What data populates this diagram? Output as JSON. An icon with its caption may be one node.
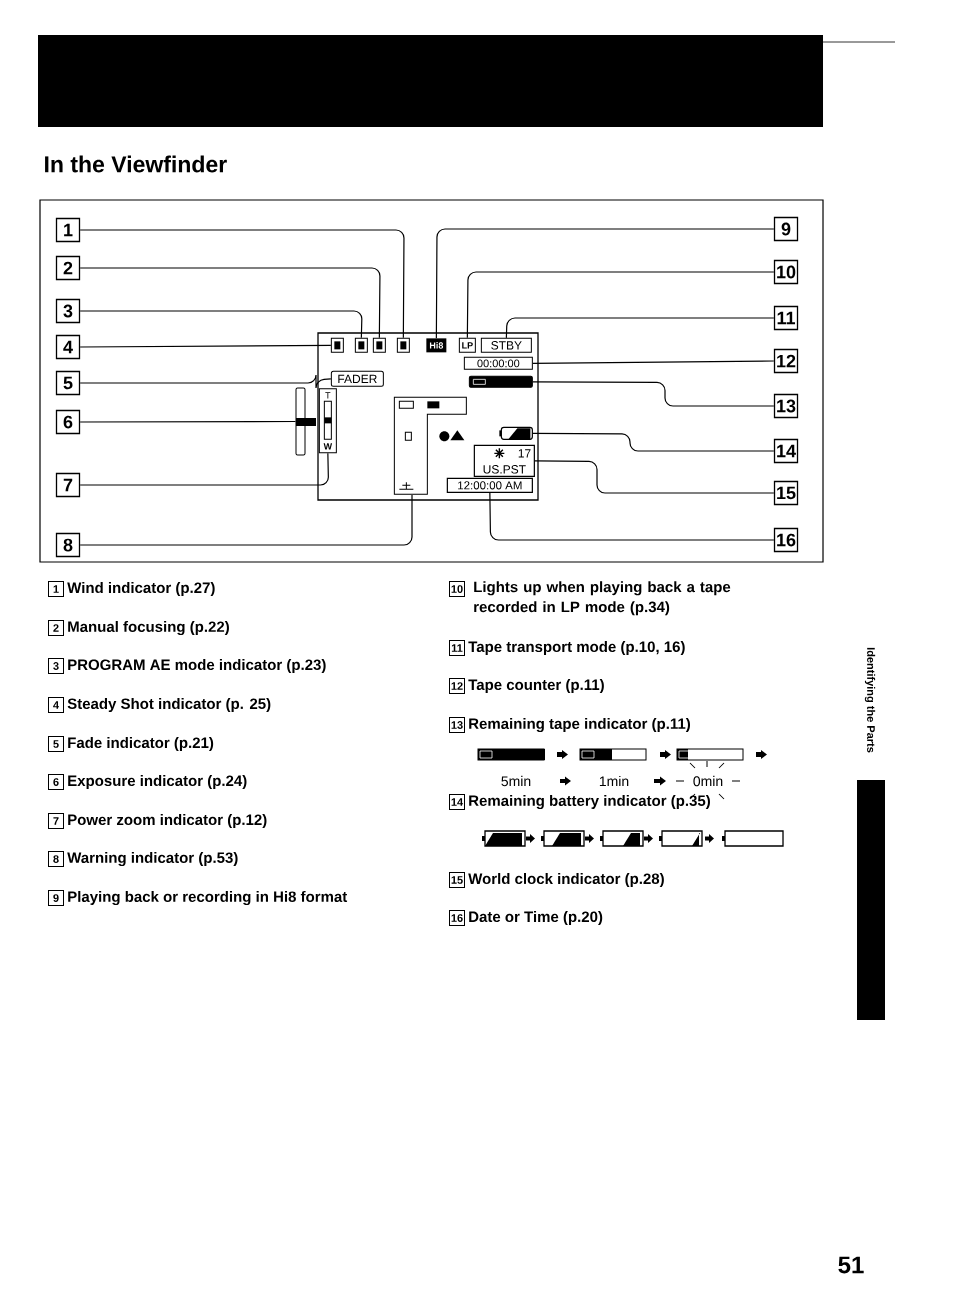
{
  "diagram": {
    "title": "In the Viewfinder",
    "nodes": [
      {
        "text": [
          "1"
        ]
      },
      {
        "text": [
          "2"
        ]
      },
      {
        "text": [
          "3"
        ]
      },
      {
        "text": [
          "4"
        ]
      },
      {
        "text": [
          "5"
        ]
      },
      {
        "text": [
          "6"
        ]
      },
      {
        "text": [
          "7"
        ]
      },
      {
        "text": [
          "8"
        ]
      },
      {
        "text": [
          "9"
        ]
      },
      {
        "text": [
          "10"
        ]
      },
      {
        "text": [
          "11"
        ]
      },
      {
        "text": [
          "12"
        ]
      },
      {
        "text": [
          "13"
        ]
      },
      {
        "text": [
          "14"
        ]
      },
      {
        "text": [
          "15"
        ]
      },
      {
        "text": [
          "16"
        ]
      },
      {
        "text": [],
        "shape": "box"
      },
      {
        "text": [],
        "shape": "box",
        "in": 16
      },
      {
        "text": [],
        "shape": "box",
        "in": 16
      },
      {
        "text": [],
        "shape": "box",
        "in": 16
      },
      {
        "text": [],
        "shape": "box",
        "in": 16
      },
      {
        "text": [
          "Hi8"
        ],
        "in": 16
      },
      {
        "text": [
          "LP"
        ],
        "in": 16
      },
      {
        "text": [
          "STBY"
        ],
        "in": 16
      },
      {
        "text": [
          "FADER"
        ],
        "in": 16
      },
      {
        "text": [],
        "shape": "bar"
      },
      {
        "text": [
          "T",
          "W"
        ],
        "in": 16
      },
      {
        "text": [],
        "shape": "box",
        "in": 16
      },
      {
        "text": [
          "00:00:00"
        ],
        "in": 16
      },
      {
        "text": [],
        "shape": "bar",
        "in": 16
      },
      {
        "text": [],
        "shape": "battery",
        "in": 16
      },
      {
        "text": [
          "17",
          "US.PST"
        ],
        "in": 16
      },
      {
        "text": [
          "12:00:00 AM"
        ],
        "in": 16
      },
      {
        "text": [
          "1"
        ]
      },
      {
        "text": [
          "2"
        ]
      },
      {
        "text": [
          "3"
        ]
      },
      {
        "text": [
          "4"
        ]
      },
      {
        "text": [
          "5"
        ]
      },
      {
        "text": [
          "6"
        ]
      },
      {
        "text": [
          "7"
        ]
      },
      {
        "text": [
          "8"
        ]
      },
      {
        "text": [
          "9"
        ]
      },
      {
        "text": [
          "10"
        ]
      },
      {
        "text": [
          "11"
        ]
      },
      {
        "text": [
          "12"
        ]
      },
      {
        "text": [
          "13"
        ]
      },
      {
        "text": [
          "14"
        ]
      },
      {
        "text": [
          "15"
        ]
      },
      {
        "text": [
          "16"
        ]
      }
    ],
    "edges": [
      {
        "from": 0,
        "to": 20,
        "arrow": "none"
      },
      {
        "from": 1,
        "to": 19,
        "arrow": "none"
      },
      {
        "from": 2,
        "to": 18,
        "arrow": "none"
      },
      {
        "from": 3,
        "to": 17,
        "arrow": "none"
      },
      {
        "from": 4,
        "to": 24,
        "arrow": "none"
      },
      {
        "from": 5,
        "to": 25,
        "arrow": "none"
      },
      {
        "from": 6,
        "to": 26,
        "arrow": "none"
      },
      {
        "from": 7,
        "to": 27,
        "arrow": "none"
      },
      {
        "from": 8,
        "to": 21,
        "arrow": "none"
      },
      {
        "from": 9,
        "to": 22,
        "arrow": "none"
      },
      {
        "from": 10,
        "to": 23,
        "arrow": "none"
      },
      {
        "from": 11,
        "to": 28,
        "arrow": "none"
      },
      {
        "from": 12,
        "to": 29,
        "arrow": "none"
      },
      {
        "from": 13,
        "to": 30,
        "arrow": "none"
      },
      {
        "from": 14,
        "to": 31,
        "arrow": "none"
      },
      {
        "from": 15,
        "to": 32,
        "arrow": "none"
      }
    ],
    "labels": [
      "Wind indicator (p.27)",
      "Manual focusing (p.22)",
      "PROGRAM AE mode indicator (p.23)",
      "Steady Shot indicator (p. 25)",
      "Fade indicator (p.21)",
      "Exposure indicator (p.24)",
      "Power zoom indicator (p.12)",
      "Warning indicator (p.53)",
      "Playing back or recording in Hi8 format",
      "Lights up when playing back a tape recorded in LP mode (p.34)",
      "Tape transport mode (p.10, 16)",
      "Tape counter (p.11)",
      "Remaining tape indicator (p.11)",
      "Remaining battery indicator (p.35)",
      "World clock indicator (p.28)",
      "Date or Time (p.20)",
      "5min",
      "1min",
      "0min",
      "Identifying the Parts",
      "51"
    ]
  }
}
